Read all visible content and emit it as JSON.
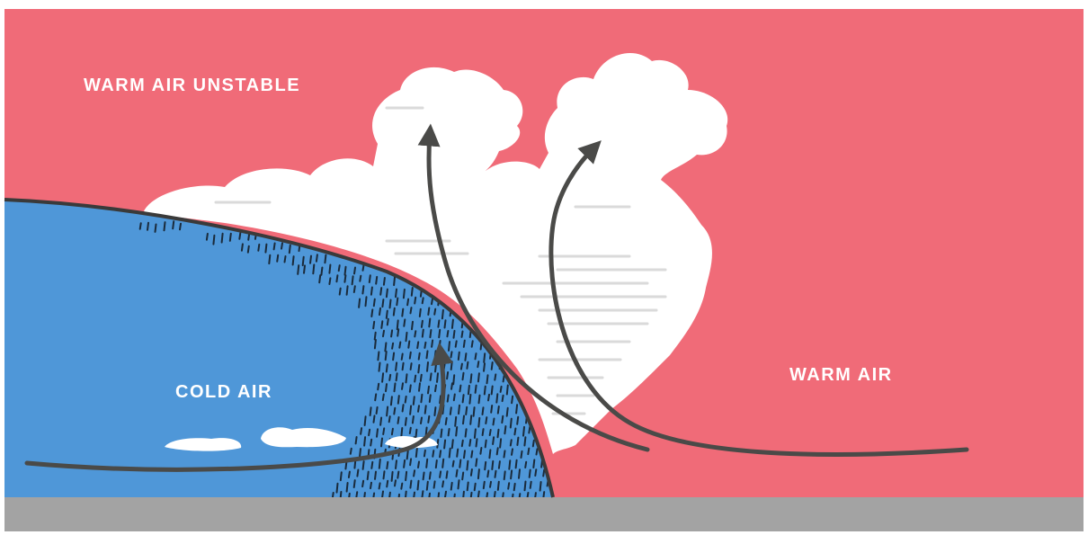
{
  "labels": {
    "warm_air_unstable": "WARM AIR UNSTABLE",
    "cold_air": "COLD AIR",
    "warm_air": "WARM AIR"
  },
  "colors": {
    "warm_air": "#f06b78",
    "cold_air": "#4f97d8",
    "ground": "#a3a3a3",
    "cloud": "#ffffff",
    "cloud_shade": "#dcdcdc",
    "front_line": "#3a3a3a",
    "arrow": "#4a4a48",
    "rain": "#1a2a3a",
    "label_text": "#ffffff"
  },
  "icons": [
    "cumulonimbus-cloud",
    "stratus-cloud",
    "rain-streaks",
    "flow-arrow"
  ]
}
